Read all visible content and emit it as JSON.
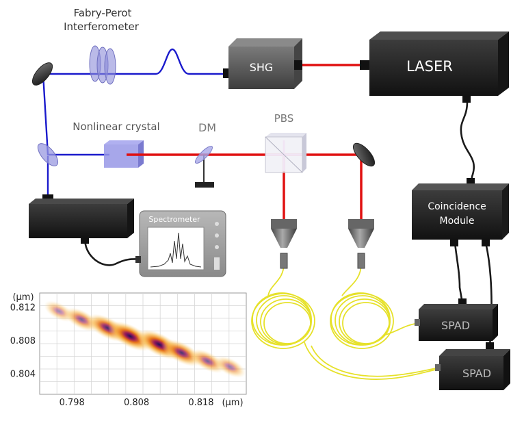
{
  "labels": {
    "fpi_line1": "Fabry-Perot",
    "fpi_line2": "Interferometer",
    "shg": "SHG",
    "laser": "LASER",
    "nonlinear_crystal": "Nonlinear crystal",
    "dm": "DM",
    "pbs": "PBS",
    "coincidence_line1": "Coincidence",
    "coincidence_line2": "Module",
    "spectrometer": "Spectrometer",
    "spad_1": "SPAD",
    "spad_2": "SPAD"
  },
  "colors": {
    "pump_beam": "#1a1acc",
    "red_beam": "#e01010",
    "fiber": "#e6e12a",
    "device_body": "#2a2a2a",
    "optic_glass": "#8c8cd8"
  },
  "chart_data": {
    "type": "heatmap",
    "xlabel": "(μm)",
    "ylabel": "(μm)",
    "x_ticks": [
      "0.798",
      "0.808",
      "0.818"
    ],
    "y_ticks": [
      "0.812",
      "0.808",
      "0.804"
    ],
    "xlim": [
      0.793,
      0.825
    ],
    "ylim": [
      0.8015,
      0.8137
    ],
    "peaks": [
      {
        "x": 0.796,
        "y": 0.8115,
        "intensity": 0.18
      },
      {
        "x": 0.7995,
        "y": 0.8105,
        "intensity": 0.45
      },
      {
        "x": 0.8035,
        "y": 0.8095,
        "intensity": 0.8
      },
      {
        "x": 0.807,
        "y": 0.8085,
        "intensity": 1.0
      },
      {
        "x": 0.8115,
        "y": 0.8075,
        "intensity": 1.0
      },
      {
        "x": 0.815,
        "y": 0.8065,
        "intensity": 0.75
      },
      {
        "x": 0.819,
        "y": 0.8055,
        "intensity": 0.45
      },
      {
        "x": 0.8225,
        "y": 0.8048,
        "intensity": 0.25
      }
    ]
  }
}
